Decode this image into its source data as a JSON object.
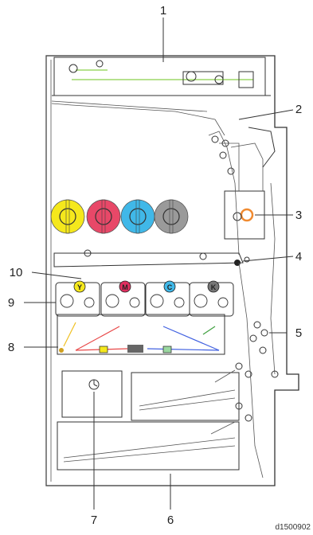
{
  "callouts": [
    {
      "id": "1",
      "label": "1"
    },
    {
      "id": "2",
      "label": "2"
    },
    {
      "id": "3",
      "label": "3"
    },
    {
      "id": "4",
      "label": "4"
    },
    {
      "id": "5",
      "label": "5"
    },
    {
      "id": "6",
      "label": "6"
    },
    {
      "id": "7",
      "label": "7"
    },
    {
      "id": "8",
      "label": "8"
    },
    {
      "id": "9",
      "label": "9"
    },
    {
      "id": "10",
      "label": "10"
    }
  ],
  "toner_cartridges": [
    {
      "color": "#f5e81c",
      "name": "yellow"
    },
    {
      "color": "#e84868",
      "name": "magenta"
    },
    {
      "color": "#40b8e8",
      "name": "cyan"
    },
    {
      "color": "#9a9a9a",
      "name": "black"
    }
  ],
  "pcu_badges": [
    {
      "letter": "Y",
      "color": "#f5e81c"
    },
    {
      "letter": "M",
      "color": "#e03060"
    },
    {
      "letter": "C",
      "color": "#40b8e8"
    },
    {
      "letter": "K",
      "color": "#777777"
    }
  ],
  "drawing_id": "d1500902",
  "colors": {
    "scanner_beam": "#8bd04a",
    "fusing_roller": "#f08a30",
    "laser_yellow": "#f0c020",
    "laser_red": "#e84848",
    "laser_blue": "#4060e0",
    "laser_green": "#40a040"
  }
}
